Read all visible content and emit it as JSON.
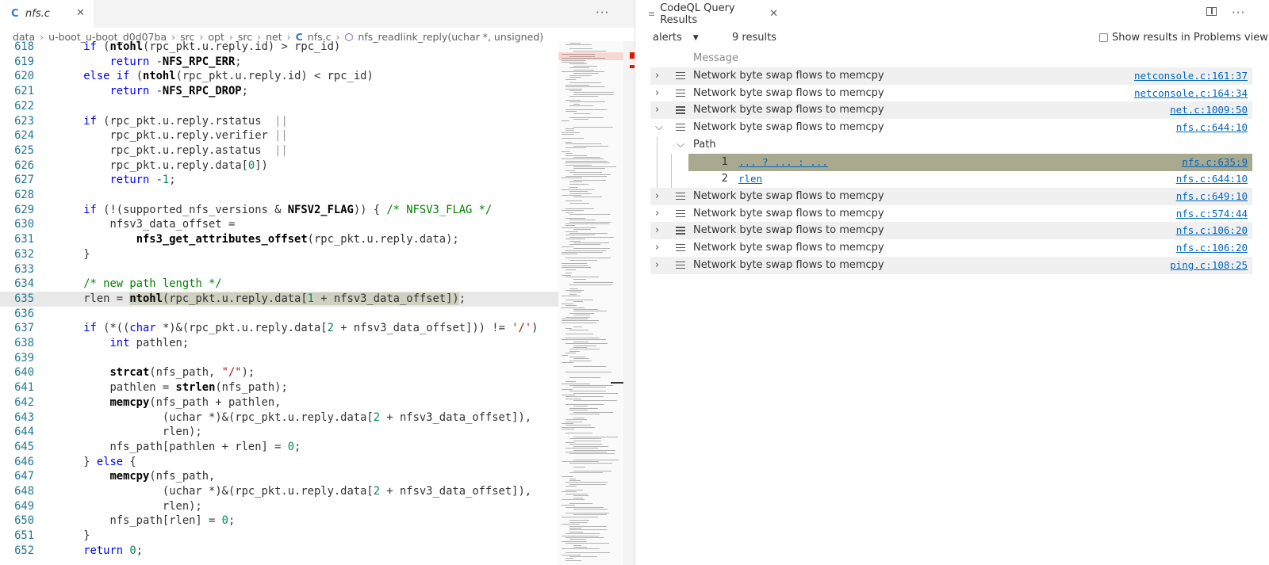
{
  "editor": {
    "tab": {
      "icon": "C",
      "name": "nfs.c",
      "close": "✕"
    },
    "more": "···",
    "breadcrumb": [
      "data",
      "u-boot_u-boot_d0d07ba",
      "src",
      "opt",
      "src",
      "net"
    ],
    "breadcrumb_file": "nfs.c",
    "breadcrumb_symbol": "nfs_readlink_reply(uchar *, unsigned)",
    "lines": [
      {
        "n": "618",
        "html": "    <span class=\"k\">if</span> (<span class=\"b\">ntohl</span>(rpc_pkt.u.reply.id) &gt; rpc_id)"
      },
      {
        "n": "619",
        "html": "        <span class=\"k\">return</span> -<span class=\"b\">NFS_RPC_ERR</span>;"
      },
      {
        "n": "620",
        "html": "    <span class=\"k\">else if</span> (<span class=\"b\">ntohl</span>(rpc_pkt.u.reply.id) &lt; rpc_id)"
      },
      {
        "n": "621",
        "html": "        <span class=\"k\">return</span> -<span class=\"b\">NFS_RPC_DROP</span>;"
      },
      {
        "n": "622",
        "html": ""
      },
      {
        "n": "623",
        "html": "    <span class=\"k\">if</span> (rpc_pkt.u.reply.rstatus  <span class=\"pipe\">||</span>"
      },
      {
        "n": "624",
        "html": "        rpc_pkt.u.reply.verifier <span class=\"pipe\">||</span>"
      },
      {
        "n": "625",
        "html": "        rpc_pkt.u.reply.astatus  <span class=\"pipe\">||</span>"
      },
      {
        "n": "626",
        "html": "        rpc_pkt.u.reply.data[<span class=\"n\">0</span>])"
      },
      {
        "n": "627",
        "html": "        <span class=\"k\">return</span> -<span class=\"n\">1</span>;"
      },
      {
        "n": "628",
        "html": ""
      },
      {
        "n": "629",
        "html": "    <span class=\"k\">if</span> (!(supported_nfs_versions &amp; <span class=\"b\">NFSV2_FLAG</span>)) { <span class=\"cm\">/* NFSV3_FLAG */</span>"
      },
      {
        "n": "630",
        "html": "        nfsv3_data_offset ="
      },
      {
        "n": "631",
        "html": "            <span class=\"b\">nfs3_get_attributes_offset</span>(rpc_pkt.u.reply.data);"
      },
      {
        "n": "632",
        "html": "    }"
      },
      {
        "n": "633",
        "html": ""
      },
      {
        "n": "634",
        "html": "    <span class=\"cm\">/* new path length */</span>"
      },
      {
        "n": "635",
        "html": "    rlen = <span class=\"sel\"><span class=\"b\">ntohl</span>(rpc_pkt.u.reply.data[<span class=\"n\">1</span> + nfsv3_data_offset])</span>;",
        "hl": true
      },
      {
        "n": "636",
        "html": ""
      },
      {
        "n": "637",
        "html": "    <span class=\"k\">if</span> (*((<span class=\"k\">char</span> *)&amp;(rpc_pkt.u.reply.data[<span class=\"n\">2</span> + nfsv3_data_offset])) != <span class=\"s\">'/'</span>)"
      },
      {
        "n": "638",
        "html": "        <span class=\"k\">int</span> pathlen;"
      },
      {
        "n": "639",
        "html": ""
      },
      {
        "n": "640",
        "html": "        <span class=\"b\">strcat</span>(nfs_path, <span class=\"s\">\"/\"</span>);"
      },
      {
        "n": "641",
        "html": "        pathlen = <span class=\"b\">strlen</span>(nfs_path);"
      },
      {
        "n": "642",
        "html": "        <span class=\"b\">memcpy</span>(nfs_path + pathlen,"
      },
      {
        "n": "643",
        "html": "                (uchar *)&amp;(rpc_pkt.u.reply.data[<span class=\"n\">2</span> + nfsv3_data_offset]),"
      },
      {
        "n": "644",
        "html": "                rlen);"
      },
      {
        "n": "645",
        "html": "        nfs_path[pathlen + rlen] = <span class=\"n\">0</span>;"
      },
      {
        "n": "646",
        "html": "    } <span class=\"k\">else</span> {"
      },
      {
        "n": "647",
        "html": "        <span class=\"b\">memcpy</span>(nfs_path,"
      },
      {
        "n": "648",
        "html": "                (uchar *)&amp;(rpc_pkt.u.reply.data[<span class=\"n\">2</span> + nfsv3_data_offset]),"
      },
      {
        "n": "649",
        "html": "                rlen);"
      },
      {
        "n": "650",
        "html": "        nfs_path[rlen] = <span class=\"n\">0</span>;"
      },
      {
        "n": "651",
        "html": "    }"
      },
      {
        "n": "652",
        "html": "    <span class=\"k\">return</span> <span class=\"n\">0</span>;"
      }
    ]
  },
  "panel": {
    "tab_title": "CodeQL Query Results",
    "tab_close": "✕",
    "more": "···",
    "select_value": "alerts",
    "select_arrow": "▼",
    "result_count": "9 results",
    "checkbox_label": "Show results in Problems view",
    "header_message": "Message",
    "results": [
      {
        "msg": "Network byte swap flows to memcpy",
        "loc": "netconsole.c:161:37",
        "expanded": false
      },
      {
        "msg": "Network byte swap flows to memcpy",
        "loc": "netconsole.c:164:34",
        "expanded": false
      },
      {
        "msg": "Network byte swap flows to memcpy",
        "loc": "net.c:1009:50",
        "expanded": false
      },
      {
        "msg": "Network byte swap flows to memcpy",
        "loc": "nfs.c:644:10",
        "expanded": true
      },
      {
        "msg": "Network byte swap flows to memcpy",
        "loc": "nfs.c:649:10",
        "expanded": false
      },
      {
        "msg": "Network byte swap flows to memcpy",
        "loc": "nfs.c:574:44",
        "expanded": false
      },
      {
        "msg": "Network byte swap flows to memcpy",
        "loc": "nfs.c:106:20",
        "expanded": false
      },
      {
        "msg": "Network byte swap flows to memcpy",
        "loc": "nfs.c:106:20",
        "expanded": false
      },
      {
        "msg": "Network byte swap flows to memcpy",
        "loc": "ping.c:108:25",
        "expanded": false
      }
    ],
    "path_label": "Path",
    "path_steps": [
      {
        "num": "1",
        "text": "... ? ... : ...",
        "loc": "nfs.c:635:9",
        "selected": true
      },
      {
        "num": "2",
        "text": "rlen",
        "loc": "nfs.c:644:10",
        "selected": false
      }
    ]
  },
  "icons": {
    "chevron_right": "›",
    "chevron_down": "⌄"
  }
}
